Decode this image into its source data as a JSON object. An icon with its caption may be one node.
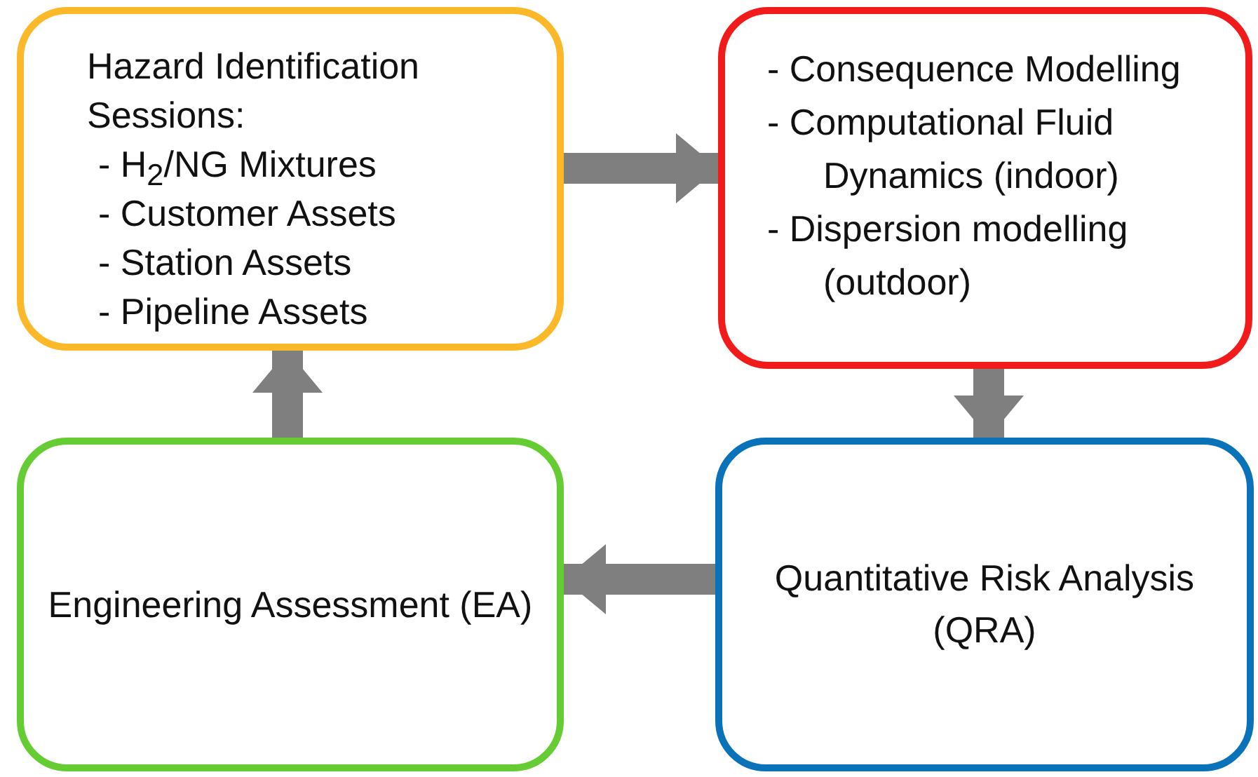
{
  "diagram": {
    "nodes": [
      {
        "text": [
          "Hazard Identification Sessions:",
          "- H$_{2}$/NG Mixtures",
          "- Customer Assets",
          "- Station Assets",
          "- Pipeline Assets"
        ]
      },
      {
        "text": [
          "- Consequence Modelling",
          "- Computational Fluid Dynamics (indoor)",
          "- Dispersion modelling (outdoor)"
        ]
      },
      {
        "text": [
          "Quantitative Risk Analysis (QRA)"
        ]
      },
      {
        "text": [
          "Engineering Assessment (EA)"
        ]
      }
    ],
    "edges": [
      {
        "from": 0,
        "to": 1,
        "arrow": "to"
      },
      {
        "from": 1,
        "to": 2,
        "arrow": "to"
      },
      {
        "from": 2,
        "to": 3,
        "arrow": "to"
      },
      {
        "from": 3,
        "to": 0,
        "arrow": "to"
      }
    ]
  }
}
